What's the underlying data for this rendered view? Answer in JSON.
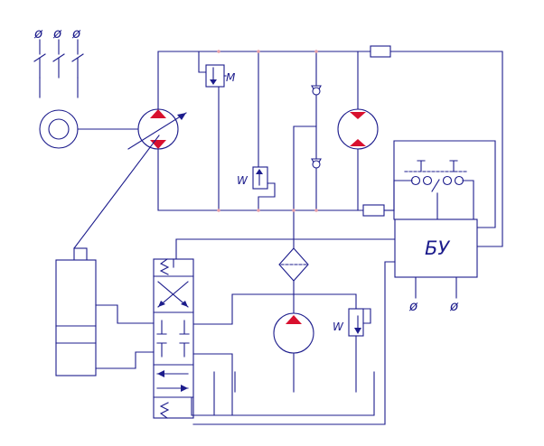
{
  "control_unit": {
    "label": "БУ"
  },
  "symbols": {
    "phase": "ø",
    "spring_left": "W",
    "spring_right": "M"
  }
}
